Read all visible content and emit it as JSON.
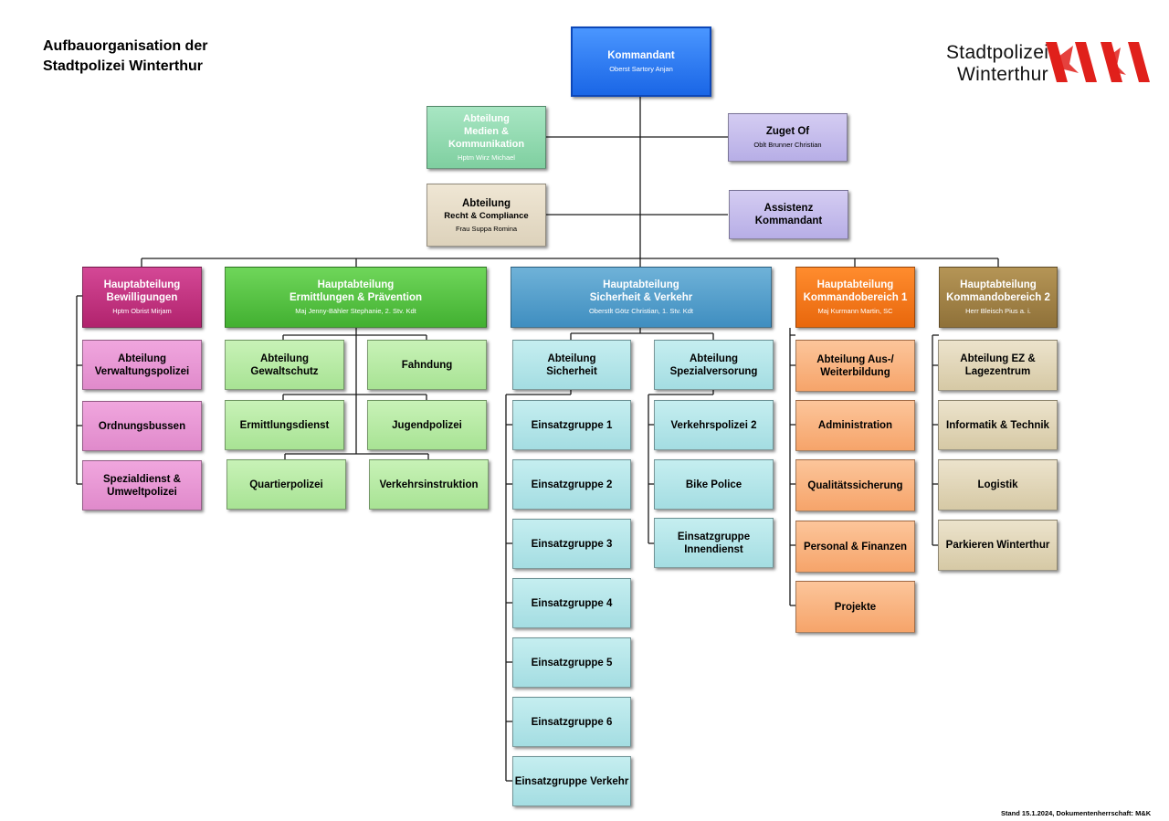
{
  "title": {
    "line1": "Aufbauorganisation der",
    "line2": "Stadtpolizei Winterthur"
  },
  "logo": {
    "line1": "Stadtpolizei",
    "line2": "Winterthur",
    "brand_color": "#e0201b"
  },
  "footer": "Stand 15.1.2024, Dokumentenherrschaft: M&K",
  "top": {
    "kommandant": {
      "label": "Kommandant",
      "sub": "Oberst Sartory Anjan"
    },
    "medien": {
      "label": "Abteilung\nMedien &\nKommunikation",
      "sub": "Hptm Wirz Michael"
    },
    "zuget": {
      "label": "Zuget Of",
      "sub": "Oblt Brunner Christian"
    },
    "recht": {
      "label": "Abteilung",
      "label2": "Recht & Compliance",
      "sub": "Frau Suppa Romina"
    },
    "assistenz": {
      "label": "Assistenz\nKommandant"
    }
  },
  "departments": {
    "bewilligungen": {
      "label": "Hauptabteilung\nBewilligungen",
      "sub": "Hptm Obrist Mirjam",
      "items": [
        "Abteilung\nVerwaltungspolizei",
        "Ordnungsbussen",
        "Spezialdienst &\nUmweltpolizei"
      ]
    },
    "ermittlungen": {
      "label": "Hauptabteilung\nErmittlungen & Prävention",
      "sub": "Maj Jenny-Bähler Stephanie, 2. Stv. Kdt",
      "items": [
        "Abteilung\nGewaltschutz",
        "Fahndung",
        "Ermittlungsdienst",
        "Jugendpolizei",
        "Quartierpolizei",
        "Verkehrsinstruktion"
      ]
    },
    "sicherheit": {
      "label": "Hauptabteilung\nSicherheit & Verkehr",
      "sub": "Oberstlt Götz Christian, 1. Stv. Kdt",
      "abt_sicherheit": "Abteilung\nSicherheit",
      "abt_spezial": "Abteilung\nSpezialversorung",
      "einsatz": [
        "Einsatzgruppe 1",
        "Einsatzgruppe 2",
        "Einsatzgruppe 3",
        "Einsatzgruppe 4",
        "Einsatzgruppe 5",
        "Einsatzgruppe 6",
        "Einsatzgruppe Verkehr"
      ],
      "spezial_items": [
        "Verkehrspolizei 2",
        "Bike Police",
        "Einsatzgruppe\nInnendienst"
      ]
    },
    "kommando1": {
      "label": "Hauptabteilung\nKommandobereich 1",
      "sub": "Maj Kurmann Martin, SC",
      "items": [
        "Abteilung Aus-/\nWeiterbildung",
        "Administration",
        "Qualitätssicherung",
        "Personal & Finanzen",
        "Projekte"
      ]
    },
    "kommando2": {
      "label": "Hauptabteilung\nKommandobereich 2",
      "sub": "Herr Bleisch Pius a. i.",
      "items": [
        "Abteilung EZ &\nLagezentrum",
        "Informatik & Technik",
        "Logistik",
        "Parkieren Winterthur"
      ]
    }
  }
}
